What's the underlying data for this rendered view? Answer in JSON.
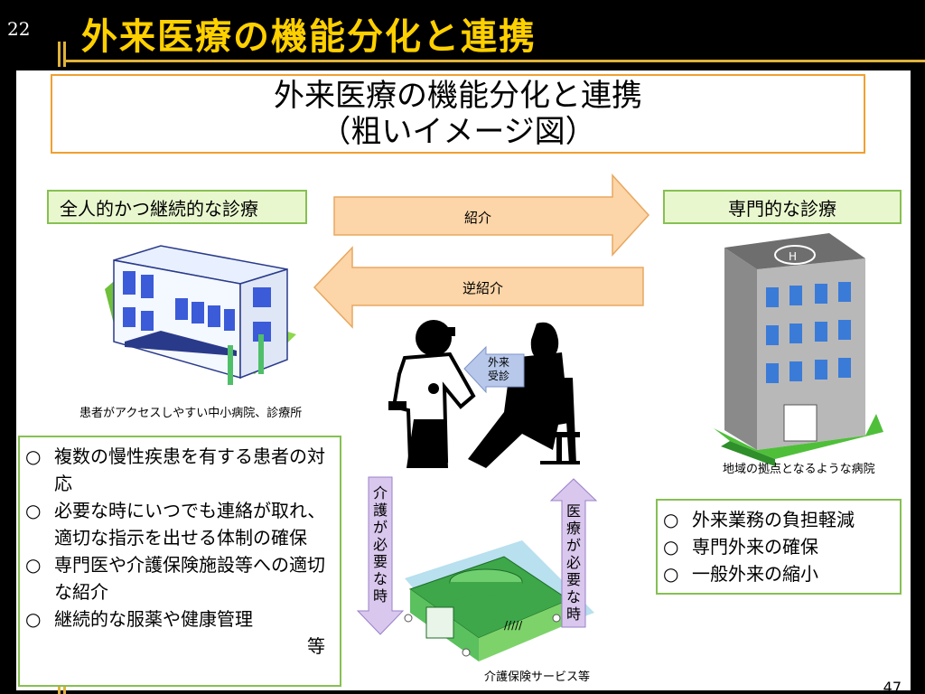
{
  "slide_number": "22",
  "slide_title": "外来医療の機能分化と連携",
  "box_title": {
    "line1": "外来医療の機能分化と連携",
    "line2": "（粗いイメージ図）"
  },
  "left_label": "全人的かつ継続的な診療",
  "right_label": "専門的な診療",
  "arrow_referral": "紹介",
  "arrow_reverse_referral": "逆紹介",
  "consultation_label": {
    "line1": "外来",
    "line2": "受診"
  },
  "clinic_caption": "患者がアクセスしやすい中小病院、診療所",
  "hospital_caption": "地域の拠点となるような病院",
  "care_caption": "介護保険サービス等",
  "down_arrow_text": [
    "介",
    "護",
    "が",
    "必",
    "要",
    "な",
    "時"
  ],
  "up_arrow_text": [
    "医",
    "療",
    "が",
    "必",
    "要",
    "な",
    "時"
  ],
  "left_list": {
    "bullet": "○",
    "items": [
      "複数の慢性疾患を有する患者の対応",
      "必要な時にいつでも連絡が取れ、適切な指示を出せる体制の確保",
      "専門医や介護保険施設等への適切な紹介",
      "継続的な服薬や健康管理"
    ],
    "suffix": "等"
  },
  "right_list": {
    "bullet": "○",
    "items": [
      "外来業務の負担軽減",
      "専門外来の確保",
      "一般外来の縮小"
    ]
  },
  "page_corner_number": "47",
  "colors": {
    "title_yellow": "#ffd000",
    "gold_rule": "#e0b23a",
    "orange_arrow": "#fcd5a8",
    "orange_border": "#f0a030",
    "green_border": "#86c052",
    "green_fill": "#e9f7cf",
    "purple_arrow": "#d9c7ee",
    "blue_arrow": "#b7c8ea"
  }
}
